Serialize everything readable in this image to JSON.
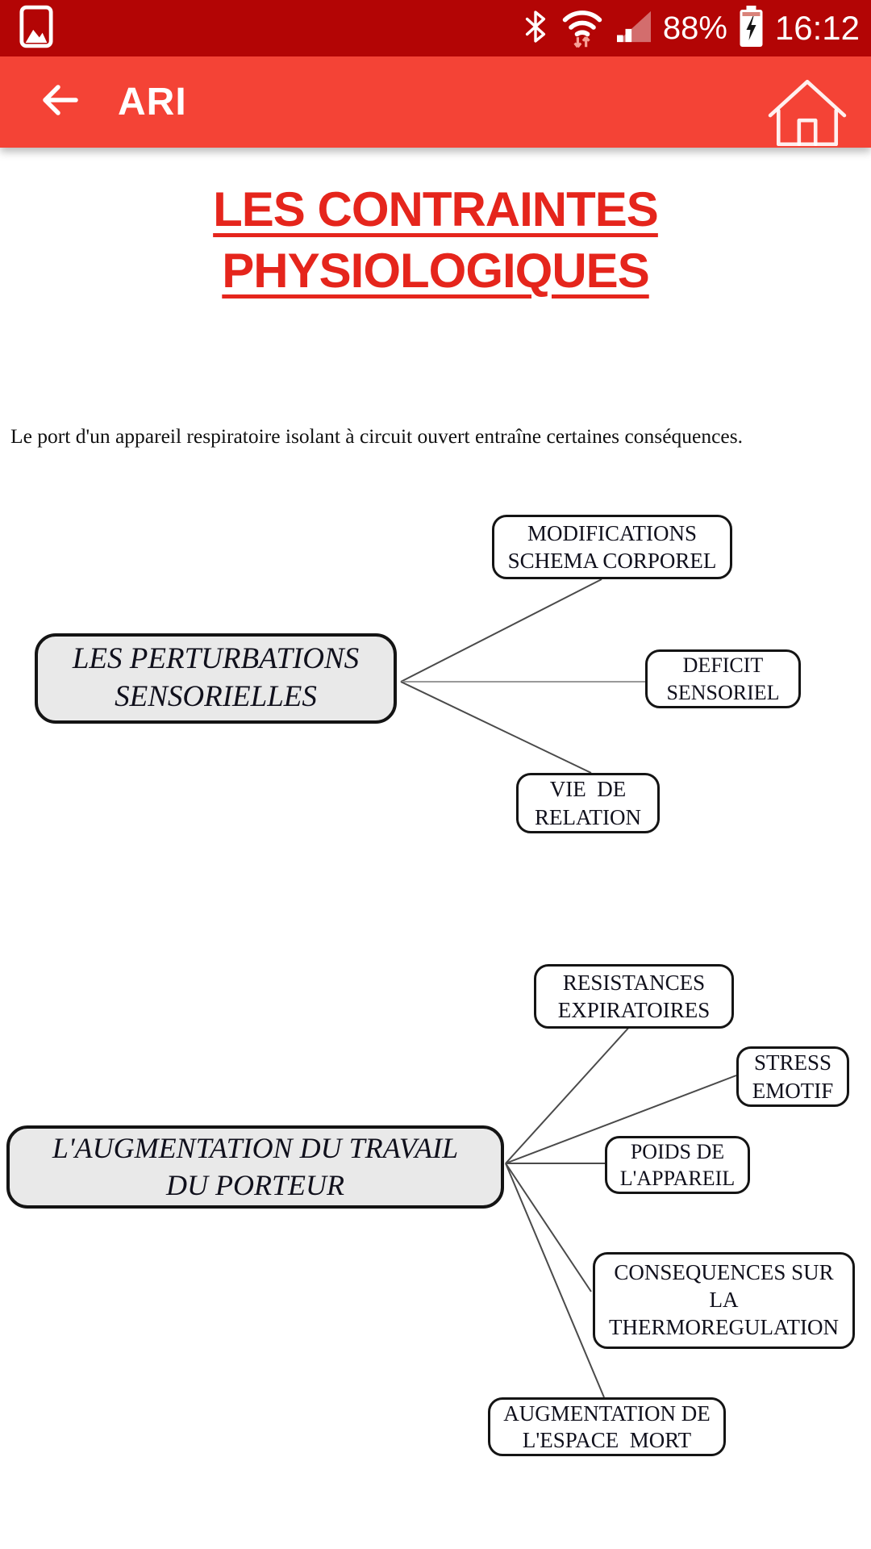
{
  "colors": {
    "status_bar_bg": "#b30505",
    "app_bar_bg": "#f44336",
    "title_red": "#e5251c",
    "node_border": "#141414",
    "root_node_fill": "#e9e9e9",
    "connector": "#4a4a4a"
  },
  "status_bar": {
    "time": "16:12",
    "battery_percent": "88%",
    "icons": [
      "screenshot-icon",
      "bluetooth-icon",
      "wifi-icon",
      "signal-strength-icon",
      "battery-charging-icon"
    ]
  },
  "app_bar": {
    "title": "ARI",
    "icons": [
      "back-arrow-icon",
      "home-icon"
    ]
  },
  "page": {
    "title_lines": [
      "LES CONTRAINTES",
      "PHYSIOLOGIQUES"
    ],
    "intro": "Le port d'un appareil respiratoire isolant à circuit ouvert entraîne certaines conséquences."
  },
  "diagram": {
    "section1": {
      "root": [
        "LES PERTURBATIONS",
        "SENSORIELLES"
      ],
      "children": [
        {
          "label": [
            "MODIFICATIONS",
            "SCHEMA CORPOREL"
          ]
        },
        {
          "label": [
            "DEFICIT",
            "SENSORIEL"
          ]
        },
        {
          "label": [
            "VIE  DE",
            "RELATION"
          ]
        }
      ]
    },
    "section2": {
      "root": [
        "L'AUGMENTATION DU TRAVAIL",
        "DU PORTEUR"
      ],
      "children": [
        {
          "label": [
            "RESISTANCES",
            "EXPIRATOIRES"
          ]
        },
        {
          "label": [
            "STRESS",
            "EMOTIF"
          ]
        },
        {
          "label": [
            "POIDS DE",
            "L'APPAREIL"
          ]
        },
        {
          "label": [
            "CONSEQUENCES SUR",
            "LA",
            "THERMOREGULATION"
          ]
        },
        {
          "label": [
            "AUGMENTATION DE",
            "L'ESPACE  MORT"
          ]
        }
      ]
    }
  }
}
